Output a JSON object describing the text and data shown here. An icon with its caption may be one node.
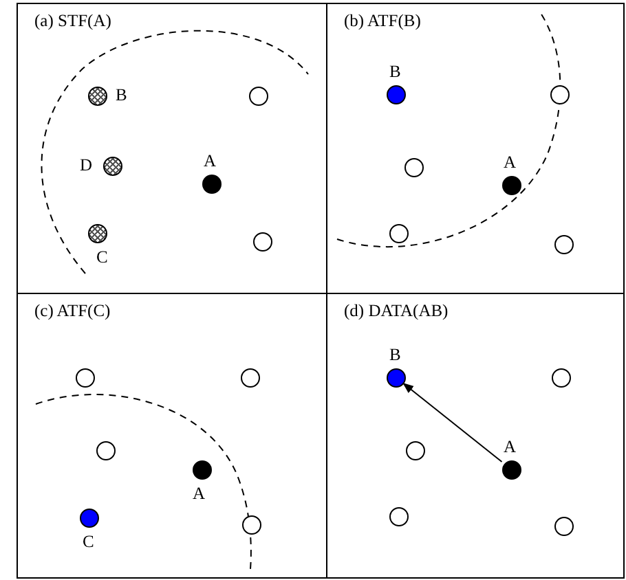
{
  "diagram": {
    "nodes": [
      {
        "text": [
          "(a) STF(A)"
        ]
      },
      {
        "text": [],
        "shape": "circle",
        "beside": [
          "B"
        ],
        "in": 0
      },
      {
        "text": [],
        "shape": "circle",
        "in": 0
      },
      {
        "text": [],
        "shape": "circle",
        "beside": [
          "D"
        ],
        "in": 0
      },
      {
        "text": [],
        "shape": "circle",
        "beside": [
          "A"
        ],
        "in": 0
      },
      {
        "text": [],
        "shape": "circle",
        "beside": [
          "C"
        ],
        "in": 0
      },
      {
        "text": [],
        "shape": "circle",
        "in": 0
      },
      {
        "text": [
          "(b) ATF(B)"
        ]
      },
      {
        "text": [],
        "shape": "circle",
        "beside": [
          "B"
        ],
        "in": 7
      },
      {
        "text": [],
        "shape": "circle",
        "in": 7
      },
      {
        "text": [],
        "shape": "circle",
        "in": 7
      },
      {
        "text": [],
        "shape": "circle",
        "beside": [
          "A"
        ],
        "in": 7
      },
      {
        "text": [],
        "shape": "circle",
        "in": 7
      },
      {
        "text": [],
        "shape": "circle",
        "in": 7
      },
      {
        "text": [
          "(c) ATF(C)"
        ]
      },
      {
        "text": [],
        "shape": "circle",
        "in": 14
      },
      {
        "text": [],
        "shape": "circle",
        "in": 14
      },
      {
        "text": [],
        "shape": "circle",
        "in": 14
      },
      {
        "text": [],
        "shape": "circle",
        "beside": [
          "A"
        ],
        "in": 14
      },
      {
        "text": [],
        "shape": "circle",
        "beside": [
          "C"
        ],
        "in": 14
      },
      {
        "text": [],
        "shape": "circle",
        "in": 14
      },
      {
        "text": [
          "(d) DATA(AB)"
        ]
      },
      {
        "text": [],
        "shape": "circle",
        "beside": [
          "B"
        ],
        "in": 21
      },
      {
        "text": [],
        "shape": "circle",
        "in": 21
      },
      {
        "text": [],
        "shape": "circle",
        "in": 21
      },
      {
        "text": [],
        "shape": "circle",
        "beside": [
          "A"
        ],
        "in": 21
      },
      {
        "text": [],
        "shape": "circle",
        "in": 21
      },
      {
        "text": [],
        "shape": "circle",
        "in": 21
      }
    ],
    "edges": [
      {
        "from": 25,
        "to": 22,
        "arrow": "to"
      }
    ]
  }
}
